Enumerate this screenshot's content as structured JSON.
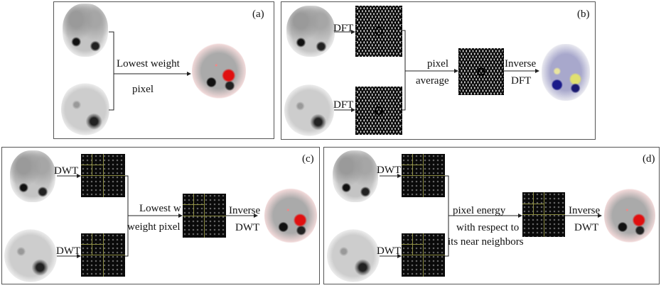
{
  "panels": {
    "a": {
      "tag": "(a)",
      "text1": "Lowest weight",
      "text2": "pixel"
    },
    "b": {
      "tag": "(b)",
      "dft_top": "DFT",
      "dft_bottom": "DFT",
      "text1": "pixel",
      "text2": "average",
      "inv1": "Inverse",
      "inv2": "DFT"
    },
    "c": {
      "tag": "(c)",
      "dwt_top": "DWT",
      "dwt_bottom": "DWT",
      "text1": "Lowest w",
      "text2": "weight pixel",
      "inv1": "Inverse",
      "inv2": "DWT"
    },
    "d": {
      "tag": "(d)",
      "dwt_top": "DWT",
      "dwt_bottom": "DWT",
      "text1": "pixel energy",
      "text2": "with respect to",
      "text3": "its near neighbors",
      "inv1": "Inverse",
      "inv2": "DWT"
    }
  },
  "colors": {
    "fused_red": "#e01010",
    "fused_blue": "#1a1a8a",
    "fused_yellow": "#e0e070"
  }
}
